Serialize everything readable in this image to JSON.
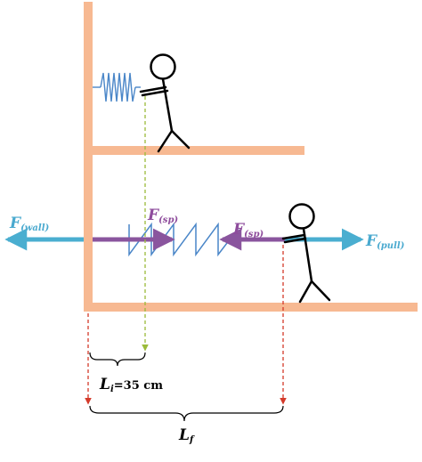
{
  "labels": {
    "f_wall_main": "F",
    "f_wall_sub": "(wall)",
    "f_sp_left_main": "F",
    "f_sp_left_sub": "(sp)",
    "f_sp_right_main": "F",
    "f_sp_right_sub": "(sp)",
    "f_pull_main": "F",
    "f_pull_sub": "(pull)",
    "li_main": "L",
    "li_sub": "i",
    "li_value": "=35 cm",
    "lf_main": "L",
    "lf_sub": "f"
  },
  "colors": {
    "wall": "#f7b992",
    "spring": "#4a86c8",
    "force_wall_pull": "#4aaed0",
    "force_spring": "#8a559e",
    "label_blue": "#49a9cf",
    "label_purple": "#8e4c9c",
    "guide_green": "#9bbb3a",
    "guide_red": "#d43a2a",
    "ink": "#000000"
  }
}
